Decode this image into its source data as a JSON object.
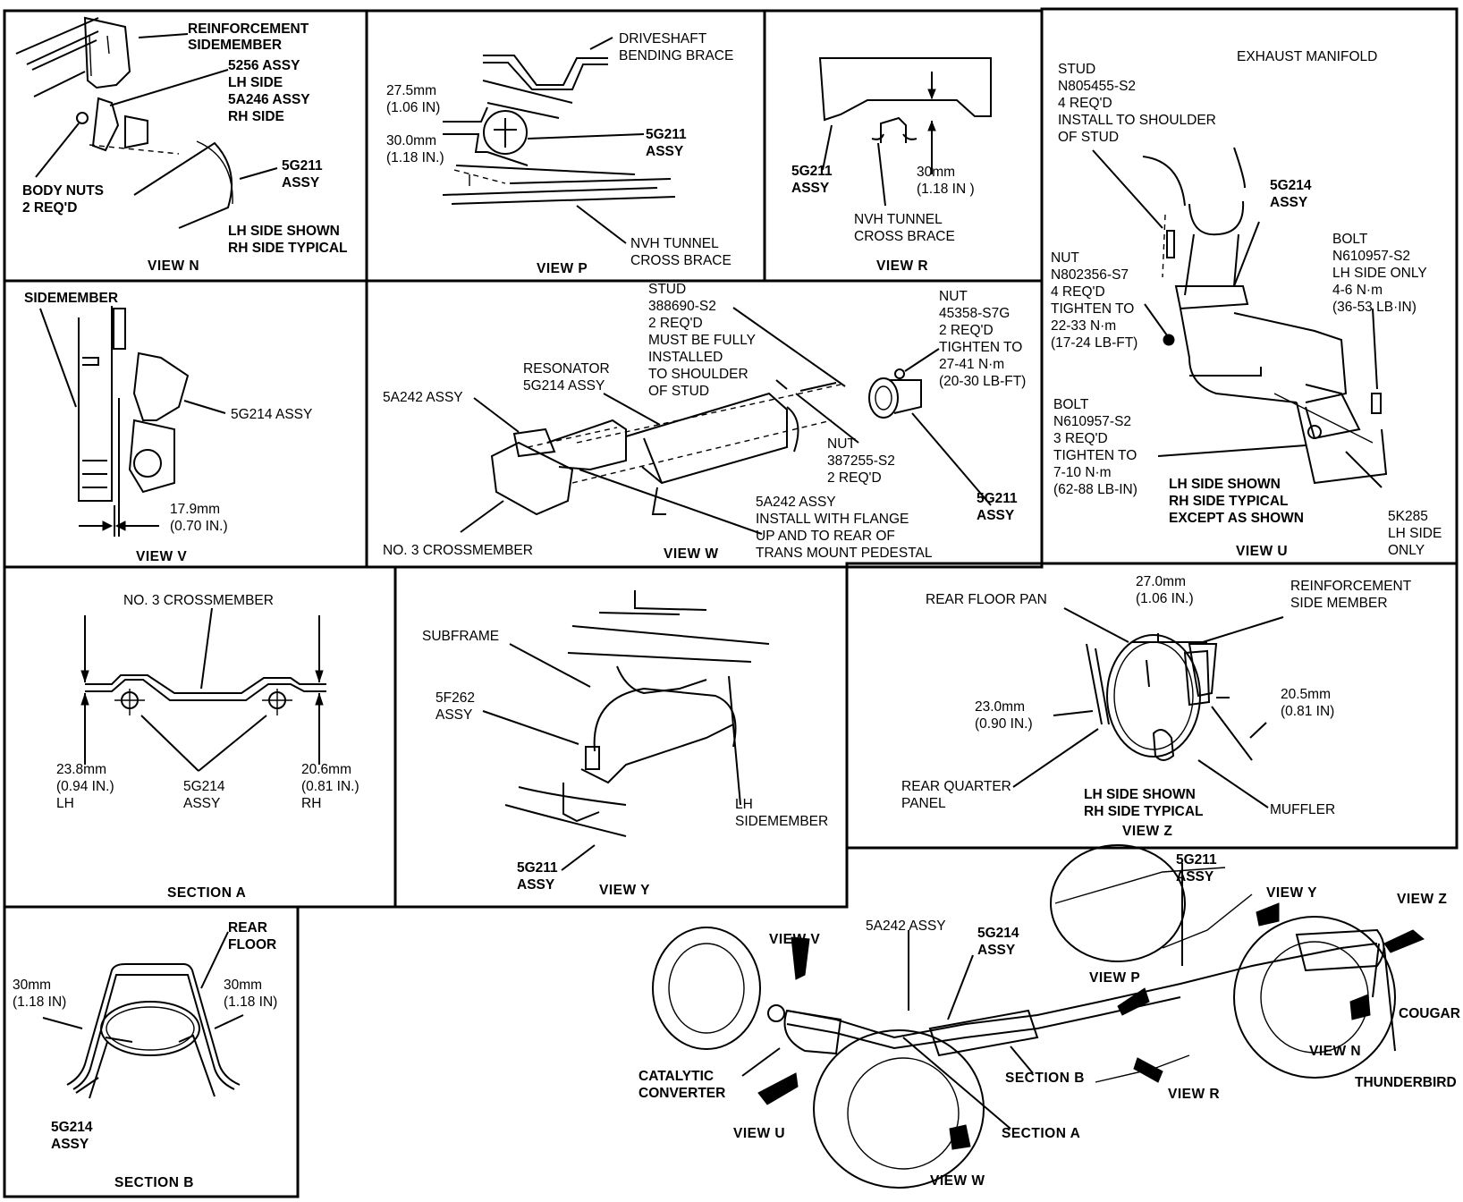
{
  "diagram": {
    "subject": "Exhaust system installation — Cougar / Thunderbird",
    "panels": {
      "view_n": {
        "title": "VIEW N",
        "labels": {
          "reinforcement": [
            "REINFORCEMENT",
            "SIDEMEMBER"
          ],
          "bracket": [
            "5256 ASSY",
            "LH SIDE",
            "5A246 ASSY",
            "RH SIDE"
          ],
          "body_nuts": [
            "BODY NUTS",
            "2 REQ'D"
          ],
          "assy": [
            "5G211",
            "ASSY"
          ],
          "note": [
            "LH SIDE SHOWN",
            "RH SIDE TYPICAL"
          ]
        }
      },
      "view_p": {
        "title": "VIEW P",
        "labels": {
          "driveshaft": [
            "DRIVESHAFT",
            "BENDING BRACE"
          ],
          "dim_upper": [
            "27.5mm",
            "(1.06 IN)"
          ],
          "dim_lower": [
            "30.0mm",
            "(1.18 IN.)"
          ],
          "assy": [
            "5G211",
            "ASSY"
          ],
          "tunnel": [
            "NVH TUNNEL",
            "CROSS BRACE"
          ]
        }
      },
      "view_r": {
        "title": "VIEW R",
        "labels": {
          "assy": [
            "5G211",
            "ASSY"
          ],
          "dim": [
            "30mm",
            "(1.18 IN )"
          ],
          "tunnel": [
            "NVH TUNNEL",
            "CROSS BRACE"
          ]
        }
      },
      "view_u": {
        "title": "VIEW U",
        "labels": {
          "manifold": "EXHAUST MANIFOLD",
          "stud": [
            "STUD",
            "N805455-S2",
            "4 REQ'D",
            "INSTALL TO SHOULDER",
            "OF STUD"
          ],
          "assy": [
            "5G214",
            "ASSY"
          ],
          "nut": [
            "NUT",
            "N802356-S7",
            "4 REQ'D",
            "TIGHTEN TO",
            "22-33 N·m",
            "(17-24 LB-FT)"
          ],
          "bolt_top": [
            "BOLT",
            "N610957-S2",
            "LH SIDE ONLY",
            "4-6 N·m",
            "(36-53 LB·IN)"
          ],
          "bolt_low": [
            "BOLT",
            "N610957-S2",
            "3 REQ'D",
            "TIGHTEN TO",
            "7-10 N·m",
            "(62-88 LB-IN)"
          ],
          "note": [
            "LH SIDE SHOWN",
            "RH SIDE TYPICAL",
            "EXCEPT AS SHOWN"
          ],
          "shield": [
            "5K285",
            "LH SIDE",
            "ONLY"
          ]
        }
      },
      "view_v": {
        "title": "VIEW V",
        "labels": {
          "sidemember": "SIDEMEMBER",
          "assy": "5G214 ASSY",
          "dim": [
            "17.9mm",
            "(0.70 IN.)"
          ]
        }
      },
      "view_w": {
        "title": "VIEW W",
        "labels": {
          "stud": [
            "STUD",
            "388690-S2",
            "2 REQ'D",
            "MUST BE FULLY",
            "INSTALLED",
            "TO SHOULDER",
            "OF STUD"
          ],
          "nut_top": [
            "NUT",
            "45358-S7G",
            "2 REQ'D",
            "TIGHTEN TO",
            "27-41 N·m",
            "(20-30 LB-FT)"
          ],
          "resonator": [
            "RESONATOR",
            "5G214 ASSY"
          ],
          "a5a242": "5A242 ASSY",
          "nut_low": [
            "NUT",
            "387255-S2",
            "2 REQ'D"
          ],
          "assy": [
            "5G211",
            "ASSY"
          ],
          "crossmember": "NO. 3 CROSSMEMBER",
          "flange": [
            "5A242 ASSY",
            "INSTALL WITH FLANGE",
            "UP AND TO REAR OF",
            "TRANS MOUNT PEDESTAL"
          ]
        }
      },
      "section_a": {
        "title": "SECTION A",
        "labels": {
          "crossmember": "NO. 3 CROSSMEMBER",
          "lh": [
            "23.8mm",
            "(0.94 IN.)",
            "LH"
          ],
          "assy": [
            "5G214",
            "ASSY"
          ],
          "rh": [
            "20.6mm",
            "(0.81 IN.)",
            "RH"
          ]
        }
      },
      "view_y": {
        "title": "VIEW Y",
        "labels": {
          "subframe": "SUBFRAME",
          "f262": [
            "5F262",
            "ASSY"
          ],
          "sidemember": [
            "LH",
            "SIDEMEMBER"
          ],
          "assy": [
            "5G211",
            "ASSY"
          ]
        }
      },
      "view_z": {
        "title": "VIEW Z",
        "labels": {
          "floor_pan": "REAR FLOOR PAN",
          "dim_top": [
            "27.0mm",
            "(1.06 IN.)"
          ],
          "reinforcement": [
            "REINFORCEMENT",
            "SIDE MEMBER"
          ],
          "dim_left": [
            "23.0mm",
            "(0.90 IN.)"
          ],
          "dim_right": [
            "20.5mm",
            "(0.81 IN)"
          ],
          "quarter": [
            "REAR QUARTER",
            "PANEL"
          ],
          "note": [
            "LH SIDE SHOWN",
            "RH SIDE TYPICAL"
          ],
          "muffler": "MUFFLER"
        }
      },
      "section_b": {
        "title": "SECTION B",
        "labels": {
          "rear_floor": [
            "REAR",
            "FLOOR"
          ],
          "dim_left": [
            "30mm",
            "(1.18 IN)"
          ],
          "dim_right": [
            "30mm",
            "(1.18 IN)"
          ],
          "assy": [
            "5G214",
            "ASSY"
          ]
        }
      },
      "overview": {
        "labels": {
          "a5a242": "5A242 ASSY",
          "g214": [
            "5G214",
            "ASSY"
          ],
          "g211": [
            "5G211",
            "ASSY"
          ],
          "view_v": "VIEW V",
          "view_y": "VIEW Y",
          "view_z": "VIEW Z",
          "view_p": "VIEW P",
          "view_u": "VIEW U",
          "view_w": "VIEW W",
          "view_r": "VIEW R",
          "view_n": "VIEW N",
          "catalytic": [
            "CATALYTIC",
            "CONVERTER"
          ],
          "section_a": "SECTION A",
          "section_b": "SECTION B",
          "cougar": "COUGAR",
          "thunderbird": "THUNDERBIRD"
        }
      }
    }
  }
}
